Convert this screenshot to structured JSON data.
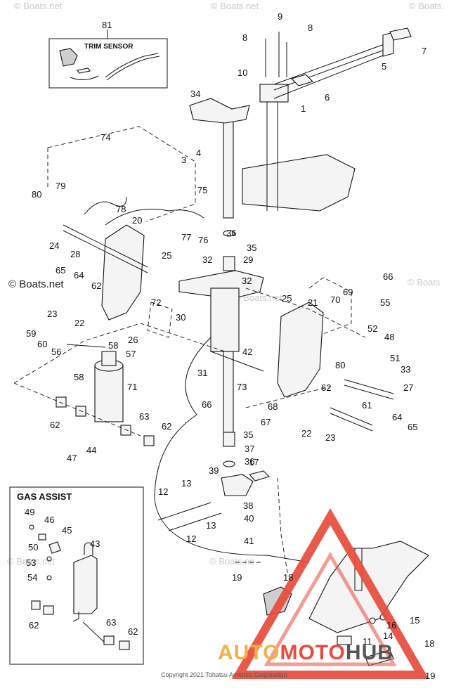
{
  "watermarks": {
    "tl": "© Boats.net",
    "tc": "© Boats.net",
    "tr": "© Boats.",
    "ml": "© Boats.net",
    "mid": "© Boats.net",
    "rm": "© Boats",
    "bl": "© Boats.net",
    "bc": "© Boats.ne"
  },
  "trim_sensor_title": "TRIM SENSOR",
  "gas_assist_title": "GAS ASSIST",
  "copyright": "Copyright 2021 Tohatsu America Corporation",
  "brand": {
    "part1": "AUTO",
    "part2": "MOTO",
    "part3": "HUB",
    "color1": "#f5b041",
    "color2": "#e74c3c",
    "color3": "#555555"
  },
  "callouts": [
    "81",
    "9",
    "8",
    "8",
    "7",
    "5",
    "10",
    "6",
    "1",
    "34",
    "4",
    "3",
    "74",
    "75",
    "79",
    "80",
    "78",
    "20",
    "77",
    "76",
    "36",
    "35",
    "24",
    "28",
    "25",
    "32",
    "29",
    "65",
    "64",
    "62",
    "23",
    "22",
    "30",
    "72",
    "32",
    "25",
    "21",
    "66",
    "69",
    "70",
    "55",
    "52",
    "48",
    "51",
    "59",
    "60",
    "56",
    "58",
    "57",
    "71",
    "26",
    "80",
    "33",
    "42",
    "58",
    "31",
    "73",
    "27",
    "62",
    "66",
    "68",
    "67",
    "61",
    "62",
    "63",
    "62",
    "44",
    "47",
    "35",
    "37",
    "36",
    "22",
    "23",
    "64",
    "65",
    "17",
    "39",
    "12",
    "13",
    "38",
    "40",
    "13",
    "12",
    "41",
    "49",
    "46",
    "45",
    "43",
    "50",
    "53",
    "54",
    "62",
    "63",
    "62",
    "19",
    "18",
    "16",
    "15",
    "14",
    "11",
    "18",
    "19"
  ]
}
